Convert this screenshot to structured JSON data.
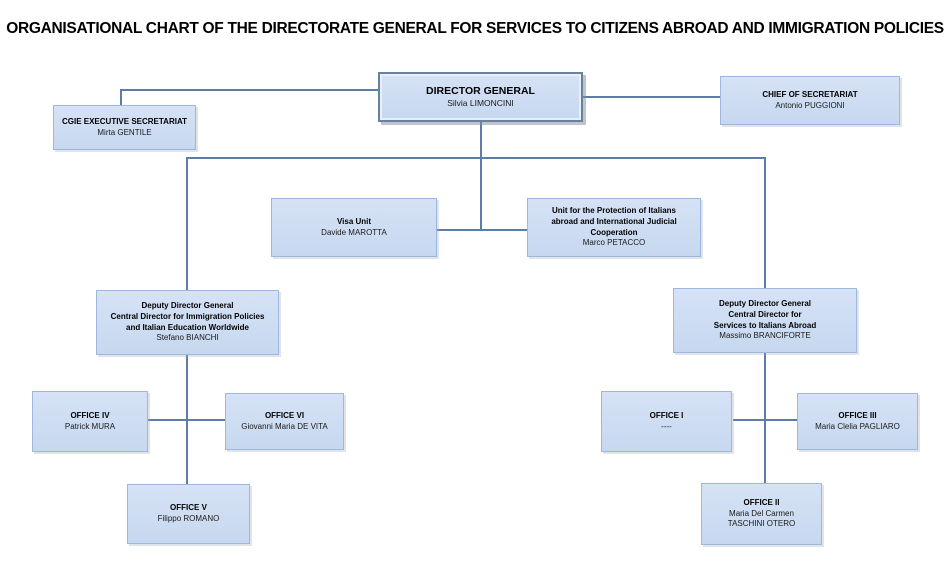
{
  "title": "ORGANISATIONAL CHART OF THE DIRECTORATE GENERAL FOR SERVICES TO CITIZENS ABROAD AND IMMIGRATION POLICIES",
  "colors": {
    "box_fill": "#cdddf2",
    "box_border": "#9db8dc",
    "connector_line": "#5d7ca6",
    "director_box_border": "#67829f",
    "text": "#000000",
    "background": "#ffffff"
  },
  "nodes": [
    {
      "id": "director-general",
      "title": "DIRECTOR GENERAL",
      "name": "Silvia LIMONCINI"
    },
    {
      "id": "cgie-executive-secretariat",
      "title": "CGIE EXECUTIVE SECRETARIAT",
      "name": "Mirta GENTILE"
    },
    {
      "id": "chief-of-secretariat",
      "title": "CHIEF OF SECRETARIAT",
      "name": "Antonio PUGGIONI"
    },
    {
      "id": "visa-unit",
      "title": "Visa Unit",
      "name": "Davide MAROTTA"
    },
    {
      "id": "protection-unit",
      "title": "Unit for the Protection of Italians\nabroad and International Judicial\nCooperation",
      "name": "Marco PETACCO"
    },
    {
      "id": "deputy-director-general-immigration",
      "title": "Deputy Director General\nCentral Director for Immigration Policies\nand Italian Education Worldwide",
      "name": "Stefano BIANCHI"
    },
    {
      "id": "deputy-director-general-services",
      "title": "Deputy Director General\nCentral Director for\nServices to Italians Abroad",
      "name": "Massimo BRANCIFORTE"
    },
    {
      "id": "office-iv",
      "title": "OFFICE IV",
      "name": "Patrick MURA"
    },
    {
      "id": "office-vi",
      "title": "OFFICE VI",
      "name": "Giovanni Maria DE VITA"
    },
    {
      "id": "office-v",
      "title": "OFFICE V",
      "name": "Filippo ROMANO"
    },
    {
      "id": "office-i",
      "title": "OFFICE I",
      "name": "----"
    },
    {
      "id": "office-iii",
      "title": "OFFICE III",
      "name": "Maria Clelia PAGLIARO"
    },
    {
      "id": "office-ii",
      "title": "OFFICE II",
      "name": "Maria Del Carmen\nTASCHINI OTERO"
    }
  ]
}
